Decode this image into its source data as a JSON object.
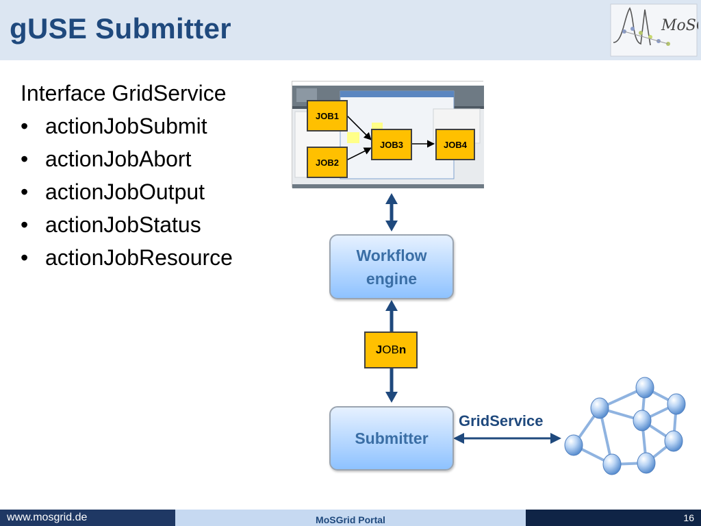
{
  "slide": {
    "title": "gUSE Submitter",
    "logo_text": "MoSGrid"
  },
  "bullets": {
    "intro": "Interface GridService",
    "items": [
      "actionJobSubmit",
      "actionJobAbort",
      "actionJobOutput",
      "actionJobStatus",
      "actionJobResource"
    ]
  },
  "workflow": {
    "jobs": [
      "JOB1",
      "JOB2",
      "JOB3",
      "JOB4"
    ]
  },
  "diagram": {
    "engine_line1": "Workflow",
    "engine_line2": "engine",
    "jobn_prefix": "J",
    "jobn_mid": "OB",
    "jobn_suffix": "n",
    "submitter": "Submitter",
    "gridservice": "GridService"
  },
  "footer": {
    "url": "www.mosgrid.de",
    "portal": "MoSGrid Portal",
    "page": "16"
  },
  "colors": {
    "title": "#1f497d",
    "job_fill": "#ffc000",
    "arrow": "#1f497d",
    "engine_top": "#e6f1ff",
    "engine_bottom": "#8ec2ff"
  }
}
